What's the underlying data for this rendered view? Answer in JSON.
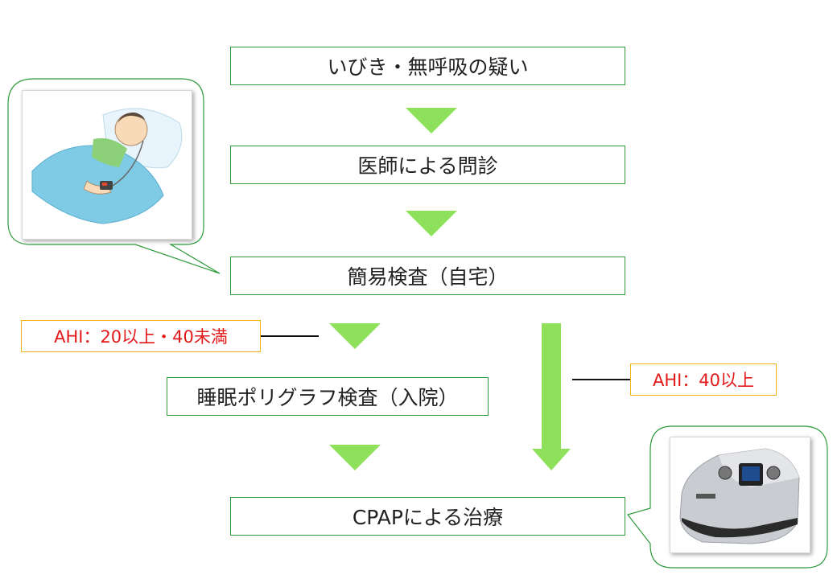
{
  "colors": {
    "box_border": "#2e9a3c",
    "arrow_fill": "#8fe05a",
    "callout_border": "#2e9a3c",
    "label_border": "#f2b213",
    "label_text": "#e31919"
  },
  "steps": [
    {
      "text": "いびき・無呼吸の疑い"
    },
    {
      "text": "医師による問診"
    },
    {
      "text": "簡易検査（自宅）"
    },
    {
      "text": "睡眠ポリグラフ検査（入院）"
    },
    {
      "text": "CPAPによる治療"
    }
  ],
  "labels": {
    "ahi_mid": "AHI：20以上・40未満",
    "ahi_high": "AHI：40以上"
  },
  "images": {
    "home_test": "sleeping-patient-icon",
    "cpap_machine": "cpap-device-icon"
  }
}
